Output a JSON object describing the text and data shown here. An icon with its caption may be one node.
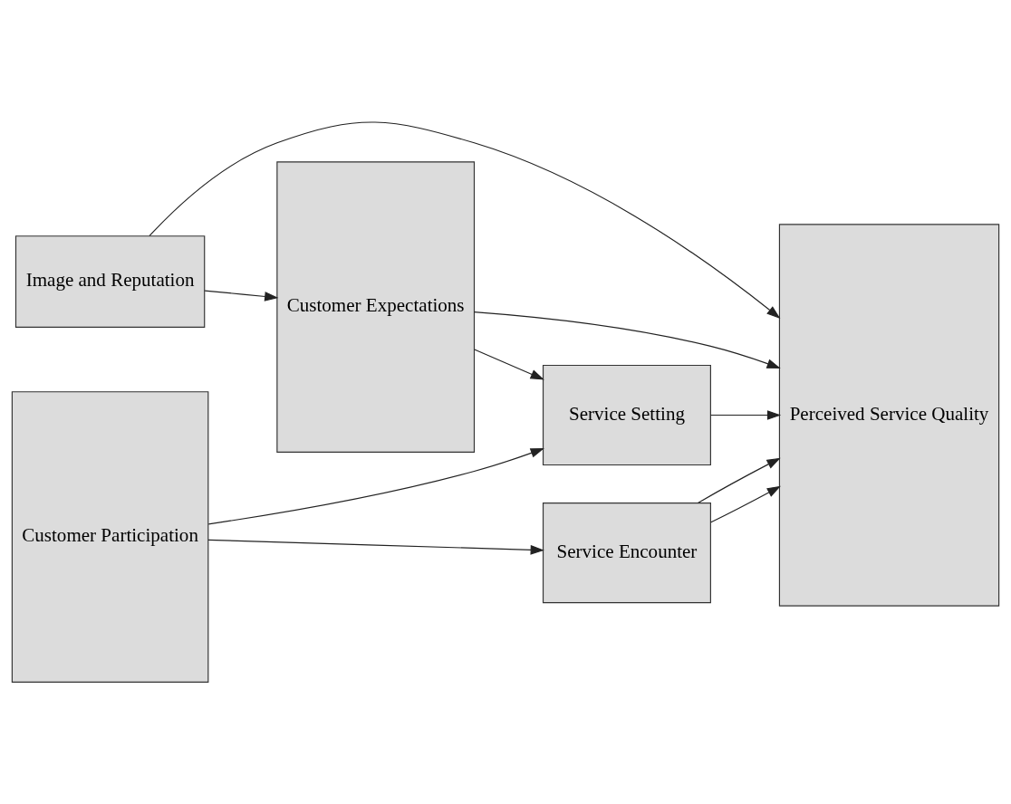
{
  "diagram": {
    "nodes": [
      {
        "text": [
          "Image and Reputation"
        ]
      },
      {
        "text": [
          "Customer Expectations"
        ]
      },
      {
        "text": [
          "Service Setting"
        ]
      },
      {
        "text": [
          "Customer Participation"
        ]
      },
      {
        "text": [
          "Service Encounter"
        ]
      },
      {
        "text": [
          "Perceived Service Quality"
        ]
      }
    ],
    "edges": [
      {
        "from": 0,
        "to": 1,
        "arrow": "to"
      },
      {
        "from": 0,
        "to": 5,
        "arrow": "to"
      },
      {
        "from": 1,
        "to": 2,
        "arrow": "to"
      },
      {
        "from": 3,
        "to": 2,
        "arrow": "to"
      },
      {
        "from": 3,
        "to": 4,
        "arrow": "to"
      },
      {
        "from": 2,
        "to": 5,
        "arrow": "to"
      },
      {
        "from": 4,
        "to": 5,
        "arrow": "to"
      },
      {
        "from": 4,
        "to": 5,
        "arrow": "to"
      },
      {
        "from": 1,
        "to": 5,
        "arrow": "to"
      }
    ]
  }
}
